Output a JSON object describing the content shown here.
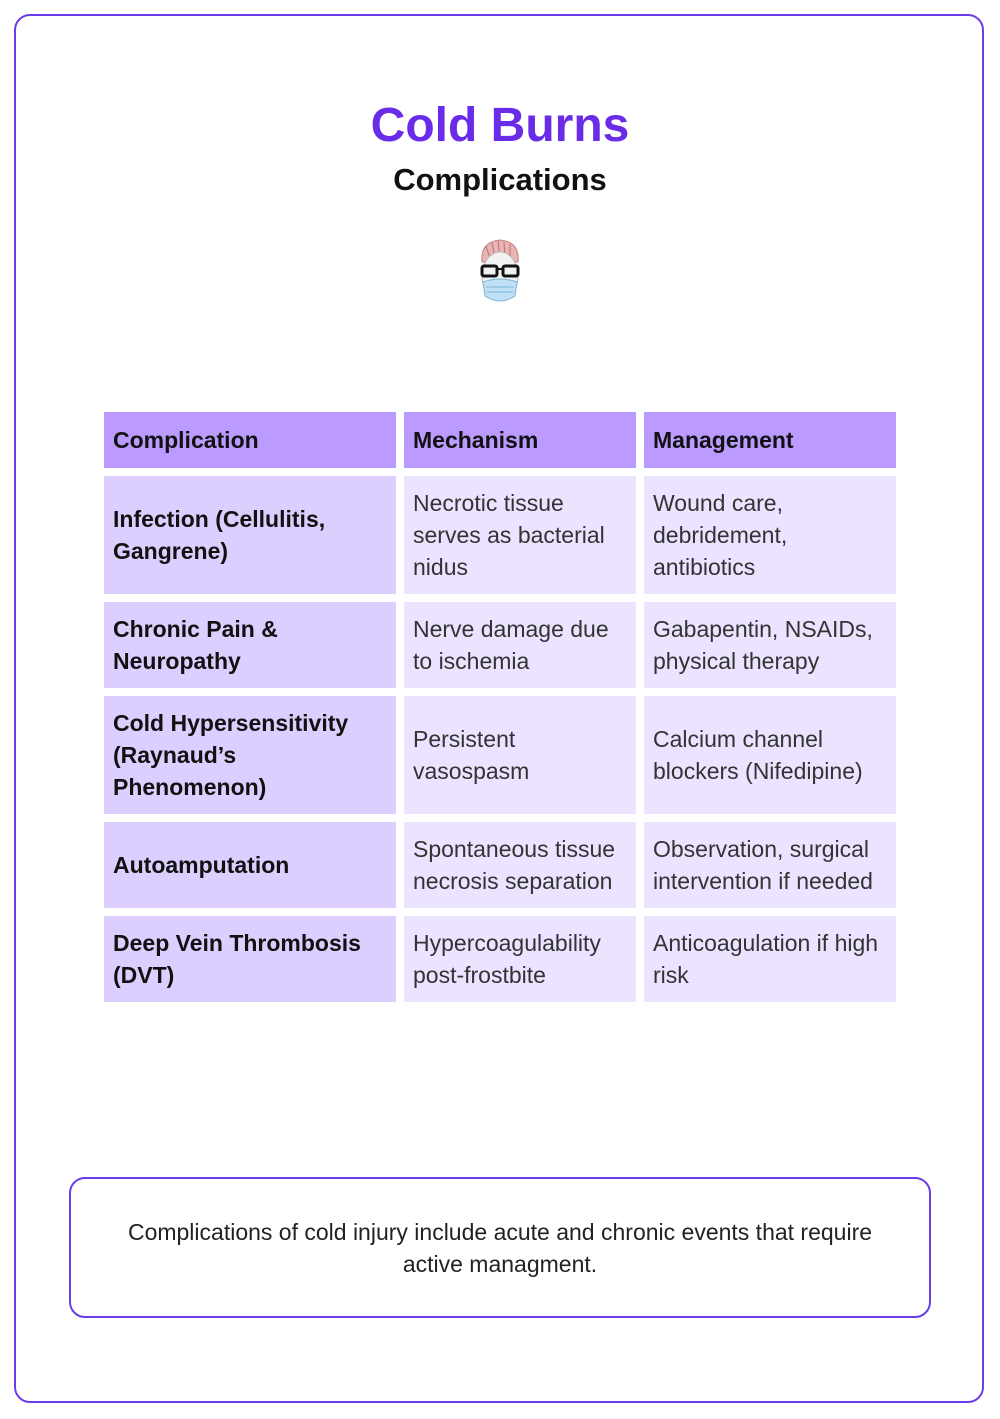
{
  "header": {
    "title": "Cold Burns",
    "subtitle": "Complications"
  },
  "table": {
    "headers": [
      "Complication",
      "Mechanism",
      "Management"
    ],
    "rows": [
      [
        "Infection (Cellulitis, Gangrene)",
        "Necrotic tissue serves as bacterial nidus",
        "Wound care, debridement, antibiotics"
      ],
      [
        "Chronic Pain & Neuropathy",
        "Nerve damage due to ischemia",
        "Gabapentin, NSAIDs, physical therapy"
      ],
      [
        "Cold Hypersensitivity (Raynaud’s Phenomenon)",
        "Persistent vasospasm",
        "Calcium channel blockers (Nifedipine)"
      ],
      [
        "Autoamputation",
        "Spontaneous tissue necrosis separation",
        "Observation, surgical intervention if needed"
      ],
      [
        "Deep Vein Thrombosis (DVT)",
        "Hypercoagulability post-frostbite",
        "Anticoagulation if high risk"
      ]
    ]
  },
  "note": {
    "text": "Complications of cold injury include acute and chronic events that require active managment."
  },
  "colors": {
    "accent": "#6a2ce8",
    "header_cell": "#bb9bff",
    "first_col_cell": "#dccfff",
    "body_cell": "#ebe3ff"
  }
}
